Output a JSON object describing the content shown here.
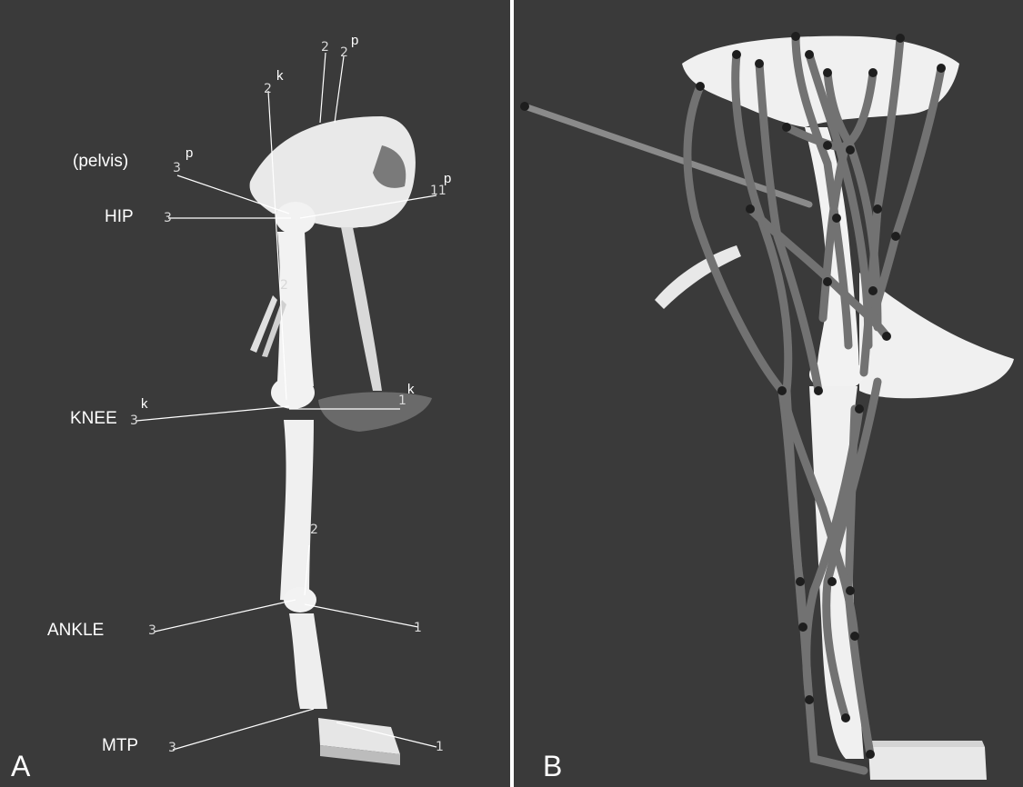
{
  "panel_a": {
    "panel_label": "A",
    "joint_labels": {
      "pelvis": "(pelvis)",
      "hip": "HIP",
      "knee": "KNEE",
      "ankle": "ANKLE",
      "mtp": "MTP"
    },
    "axis_numbers": {
      "three": "3",
      "two": "2",
      "one": "1",
      "eleven": "11"
    },
    "superscripts": {
      "p": "p",
      "k": "k"
    }
  },
  "panel_b": {
    "panel_label": "B"
  },
  "colors": {
    "background": "#3a3a3a",
    "bone": "#f2f2f2",
    "muscle": "#6e6e6e",
    "muscle_node": "#1e1e1e",
    "line": "#ffffff"
  }
}
